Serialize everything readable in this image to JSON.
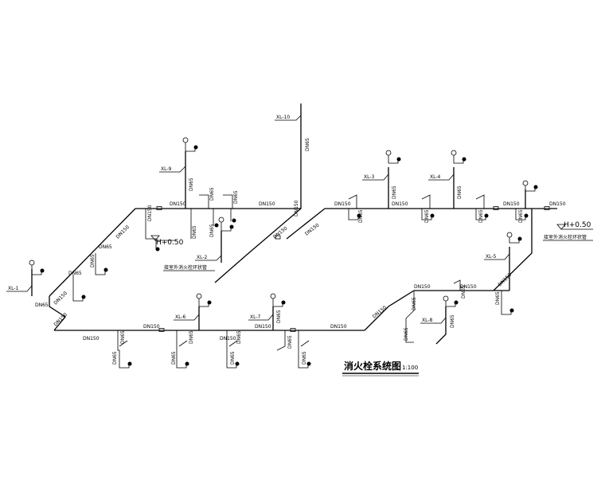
{
  "diagram": {
    "title": "消火栓系统图",
    "scale": "1:100",
    "riser_tags": [
      "XL-10",
      "XL-9",
      "XL-3",
      "XL-4",
      "XL-2",
      "XL-1",
      "XL-5",
      "XL-6",
      "XL-7",
      "XL-8"
    ],
    "pipe_size_main": "DN150",
    "pipe_size_branch": "DN65",
    "elevation_label": "H+0.50",
    "outdoor_note": "接室外消火栓环状管"
  }
}
